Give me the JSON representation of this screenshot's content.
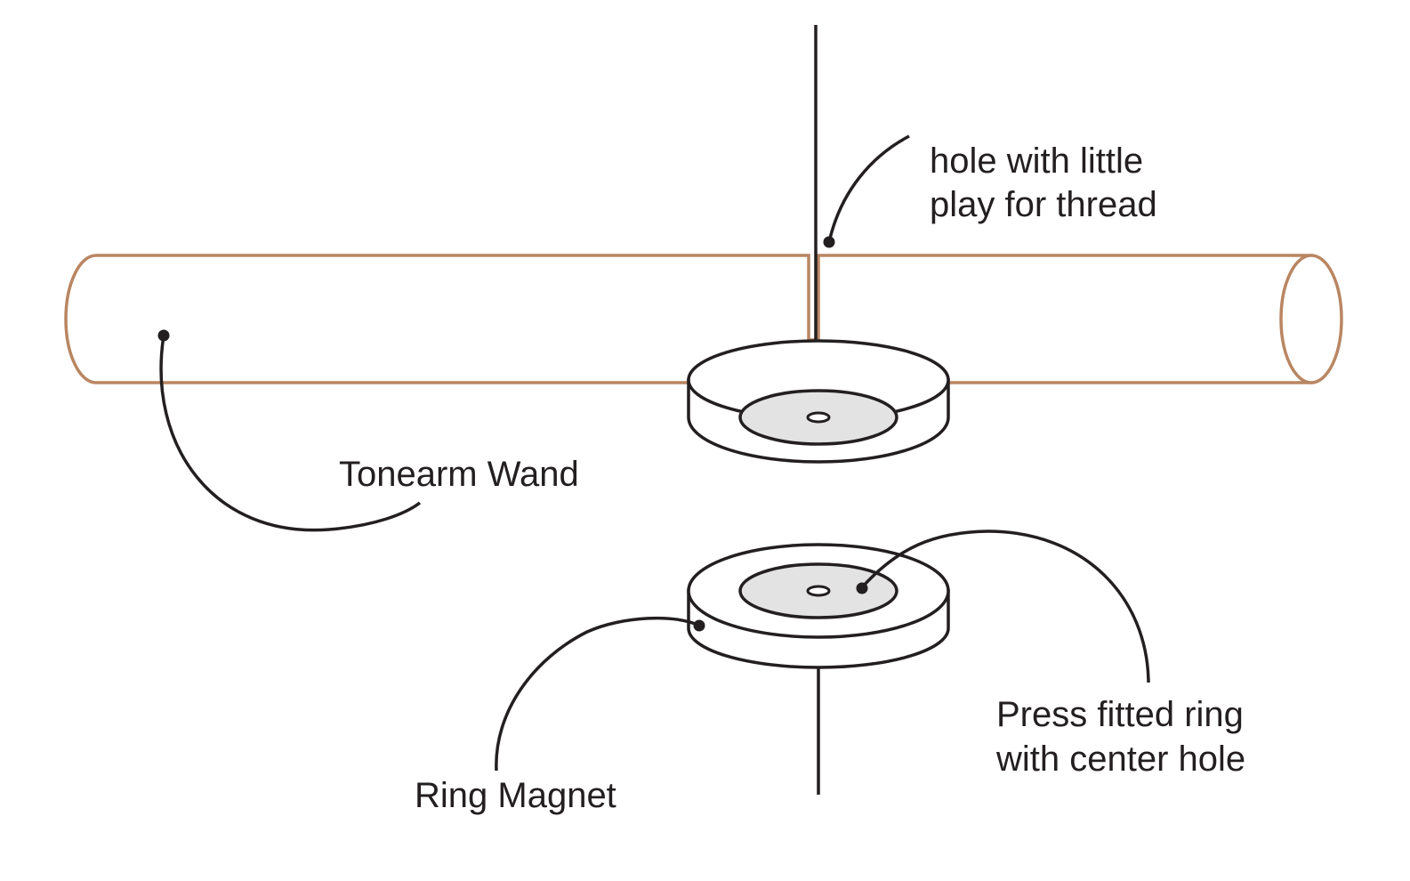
{
  "labels": {
    "hole_line1": "hole with little",
    "hole_line2": "play for thread",
    "tonearm": "Tonearm Wand",
    "press_line1": "Press fitted ring",
    "press_line2": "with center hole",
    "magnet": "Ring Magnet"
  },
  "colors": {
    "tube_outline": "#b98662",
    "ink": "#231f20",
    "insert_fill": "#e3e3e3"
  }
}
